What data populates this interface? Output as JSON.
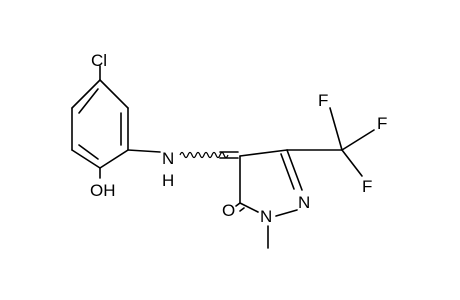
{
  "molecule": {
    "atoms": {
      "cl": "Cl",
      "oh": "OH",
      "n_amine": "N",
      "h_amine": "H",
      "f_top_left": "F",
      "f_top_right": "F",
      "f_bottom": "F",
      "o_carbonyl": "O",
      "n_ring_1": "N",
      "n_ring_2": "N"
    }
  }
}
